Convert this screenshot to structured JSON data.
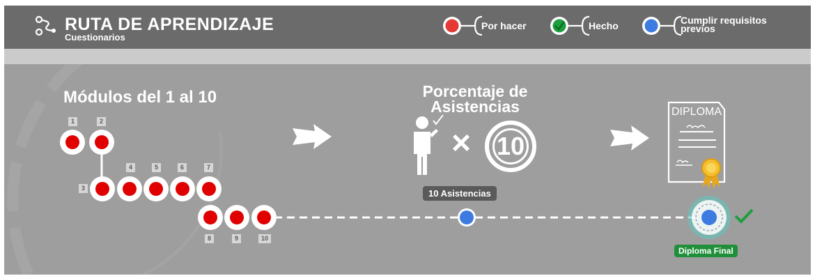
{
  "header": {
    "title": "RUTA DE APRENDIZAJE",
    "subtitle": "Cuestionarios",
    "route_icon": "route-icon"
  },
  "legend": {
    "todo_label": "Por hacer",
    "done_label": "Hecho",
    "prereq_label_line1": "Cumplir requisitos",
    "prereq_label_line2": "previos",
    "colors": {
      "todo": "#e53935",
      "done": "#1e9e3e",
      "prereq": "#3d7be0"
    }
  },
  "modules": {
    "title": "Módulos del 1 al 10",
    "numbers": [
      "1",
      "2",
      "3",
      "4",
      "5",
      "6",
      "7",
      "8",
      "9",
      "10"
    ]
  },
  "attendance": {
    "title_line1": "Porcentaje de",
    "title_line2": "Asistencias",
    "multiplier": "×",
    "count": "10",
    "badge": "10 Asistencias"
  },
  "diploma": {
    "doc_title": "DIPLOMA",
    "badge": "Diploma Final"
  },
  "icons": [
    "route-icon",
    "arrow-right-icon",
    "person-check-icon",
    "number-ten-icon",
    "diploma-icon",
    "checkmark-icon"
  ]
}
